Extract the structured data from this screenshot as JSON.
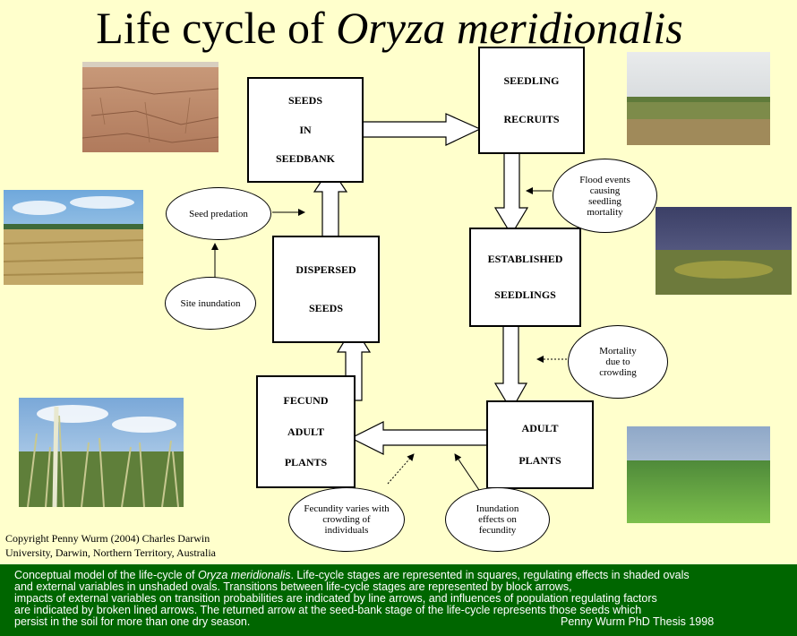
{
  "title": {
    "plain": "Life cycle of ",
    "italic": "Oryza meridionalis"
  },
  "stages": [
    {
      "id": "seeds-in-seedbank",
      "lines": [
        "SEEDS",
        "IN",
        "SEEDBANK"
      ]
    },
    {
      "id": "seedling-recruits",
      "lines": [
        "SEEDLING",
        "RECRUITS"
      ]
    },
    {
      "id": "established-seedlings",
      "lines": [
        "ESTABLISHED",
        "SEEDLINGS"
      ]
    },
    {
      "id": "adult-plants",
      "lines": [
        "ADULT",
        "PLANTS"
      ]
    },
    {
      "id": "fecund-adult-plants",
      "lines": [
        "FECUND",
        "ADULT",
        "PLANTS"
      ]
    },
    {
      "id": "dispersed-seeds",
      "lines": [
        "DISPERSED",
        "SEEDS"
      ]
    }
  ],
  "ovals": {
    "seed_predation": "Seed predation",
    "site_inundation": "Site inundation",
    "flood_events": "Flood events causing seedling mortality",
    "mortality_crowding": "Mortality due to crowding",
    "fecundity_varies": "Fecundity varies with crowding of individuals",
    "inundation_effects": "Inundation effects on fecundity"
  },
  "copyright": {
    "line1": "Copyright Penny Wurm (2004) Charles Darwin",
    "line2": "University, Darwin, Northern Territory, Australia"
  },
  "caption": {
    "l1_a": "Conceptual model of the life-cycle of ",
    "l1_species": "Oryza meridionalis",
    "l1_b": ".  Life-cycle stages are represented in squares, regulating effects in shaded ovals",
    "l2": "and external variables in unshaded ovals.  Transitions between life-cycle stages are represented by block arrows,",
    "l3": "impacts of external variables on transition probabilities are indicated by line arrows, and influences of population regulating factors",
    "l4": "are indicated by broken lined arrows.  The returned arrow at the seed-bank stage of the life-cycle represents those seeds which",
    "l5": "persist in the soil for more than one dry season.",
    "credit": "Penny Wurm PhD Thesis 1998"
  },
  "colors": {
    "background": "#ffffcc",
    "footer": "#006600",
    "footer_text": "#ffffff"
  },
  "photos": [
    "dry-cracked-field-photo",
    "green-field-horizon-photo",
    "dry-grass-field-photo",
    "stormy-field-photo",
    "tall-rice-plants-photo",
    "green-rice-field-photo"
  ]
}
